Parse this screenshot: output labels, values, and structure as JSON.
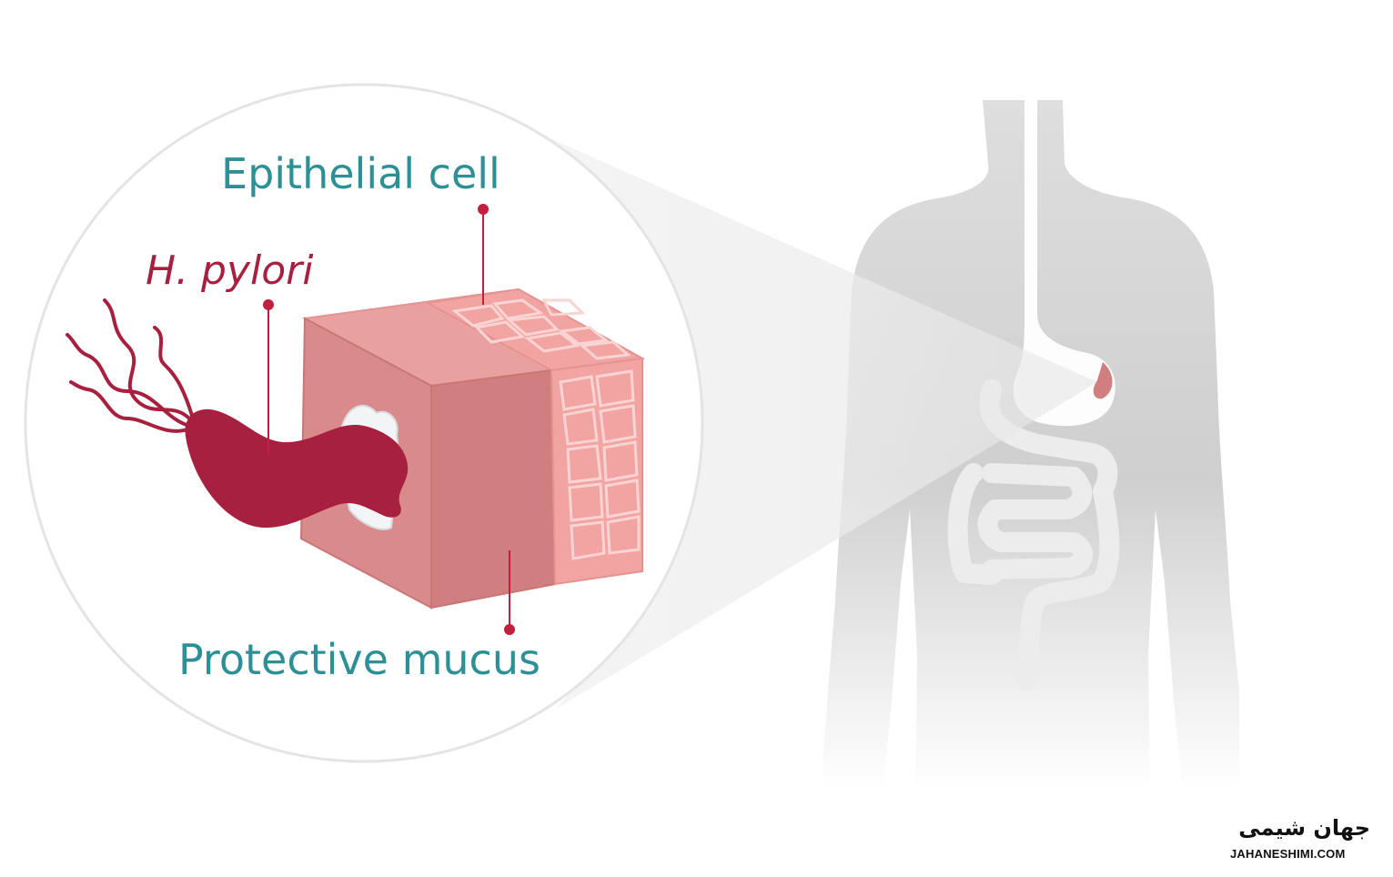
{
  "labels": {
    "epithelial_cell": "Epithelial cell",
    "h_pylori": "H. pylori",
    "protective_mucus": "Protective mucus"
  },
  "logo": {
    "persian_text": "جهان شیمی",
    "site": "JAHANESHIMI.COM"
  },
  "colors": {
    "label_teal": "#2e9097",
    "bacterium": "#a8203f",
    "mucus": "#d17e80",
    "epithelium": "#f1a4a2",
    "body_gray": "#d0d0d0"
  }
}
